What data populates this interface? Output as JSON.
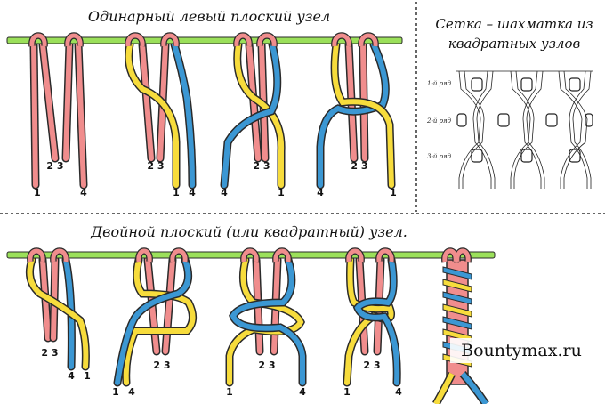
{
  "titles": {
    "single_knot": "Одинарный левый плоский узел",
    "net": "Сетка – шахматка из квадратных узлов",
    "net_line1": "Сетка – шахматка из",
    "net_line2": "квадратных узлов",
    "double_knot": "Двойной плоский (или квадратный) узел."
  },
  "row_labels": [
    "1-й ряд",
    "2-й ряд",
    "3-й ряд"
  ],
  "numbers": {
    "top": [
      {
        "left": "1",
        "mid": "2 3",
        "right": "4"
      },
      {
        "left": "1",
        "mid": "2 3",
        "right": "4"
      },
      {
        "left": "4",
        "mid": "2 3",
        "right": "1"
      },
      {
        "left": "4",
        "mid": "2 3",
        "right": "1"
      }
    ],
    "bottom": [
      {
        "mid": "2 3",
        "right1": "4",
        "right2": "1"
      },
      {
        "left1": "1",
        "left2": "4",
        "mid": "2 3"
      },
      {
        "left": "1",
        "mid": "2 3",
        "right": "4"
      },
      {
        "left": "1",
        "mid": "2 3",
        "right": "4"
      }
    ]
  },
  "watermark": "Bountymax.ru",
  "colors": {
    "rod": "#9be05a",
    "pink": "#f08d8d",
    "blue": "#3b97d3",
    "yellow": "#f7dc3c",
    "outline": "#2a2a2a",
    "divider": "#333333"
  }
}
